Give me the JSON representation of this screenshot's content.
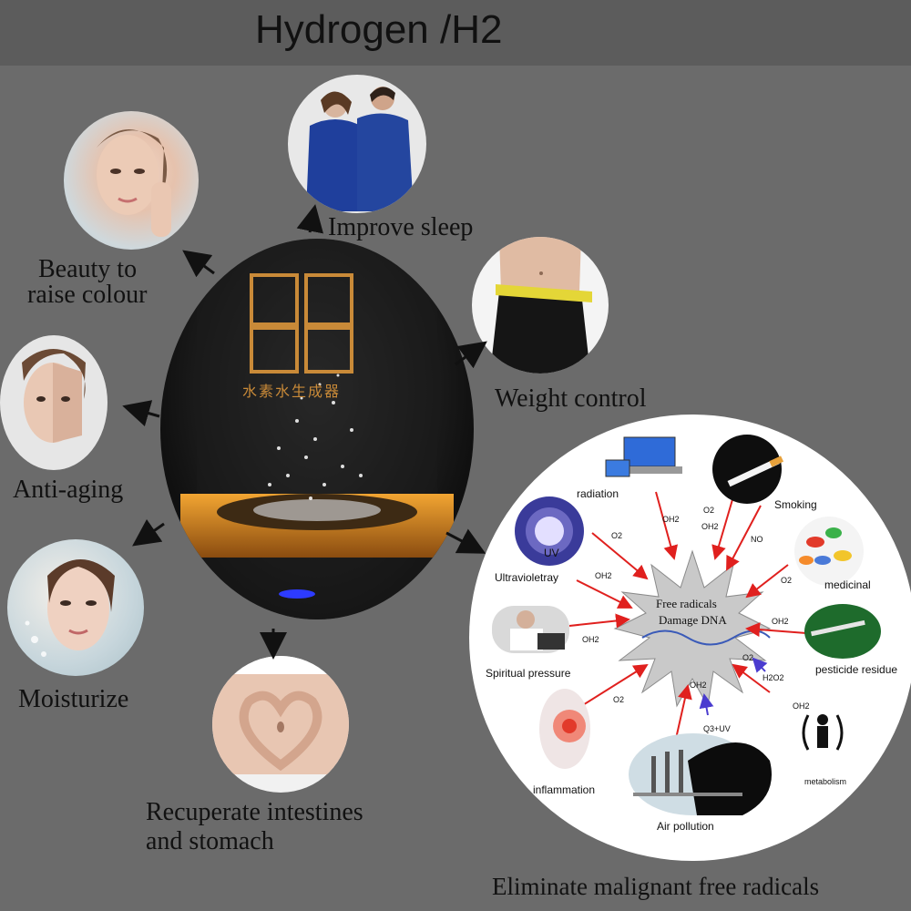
{
  "title": "Hydrogen /H2",
  "benefits": {
    "sleep": "Improve sleep",
    "beauty_l1": "Beauty to",
    "beauty_l2": "raise colour",
    "weight": "Weight control",
    "antiaging": "Anti-aging",
    "moisturize": "Moisturize",
    "intestine_l1": "Recuperate intestines",
    "intestine_l2": "and stomach"
  },
  "center_bottle": {
    "logo_text": "水素水生成器"
  },
  "free_radical_diagram": {
    "center_l1": "Free radicals",
    "center_l2": "Damage DNA",
    "sources": {
      "radiation": "radiation",
      "smoking": "Smoking",
      "uv_icon": "UV",
      "ultraviolet": "Ultravioletray",
      "medicinal": "medicinal",
      "spiritual": "Spiritual pressure",
      "pesticide": "pesticide residue",
      "inflammation": "inflammation",
      "air": "Air pollution",
      "metabolism": "metabolism"
    },
    "chem": {
      "oh_radiation": "OH2",
      "o2_smoking": "O2",
      "oh_smoking": "OH2",
      "no_smoking": "NO",
      "o2_uv": "O2",
      "oh_uv": "OH2",
      "o2_medicinal": "O2",
      "oh_spiritual": "OH2",
      "oh_pesticide": "OH2",
      "o2_metab": "O2",
      "h2o2_metab": "H2O2",
      "oh_metab": "OH2",
      "o2_inflam": "O2",
      "oh_air": "OH2",
      "o3uv_air": "Q3+UV"
    },
    "caption": "Eliminate malignant free radicals"
  },
  "colors": {
    "background": "#6b6b6b",
    "arrow_red": "#e0201e",
    "arrow_blue": "#4a3ccf",
    "header": "#5c5c5c"
  }
}
